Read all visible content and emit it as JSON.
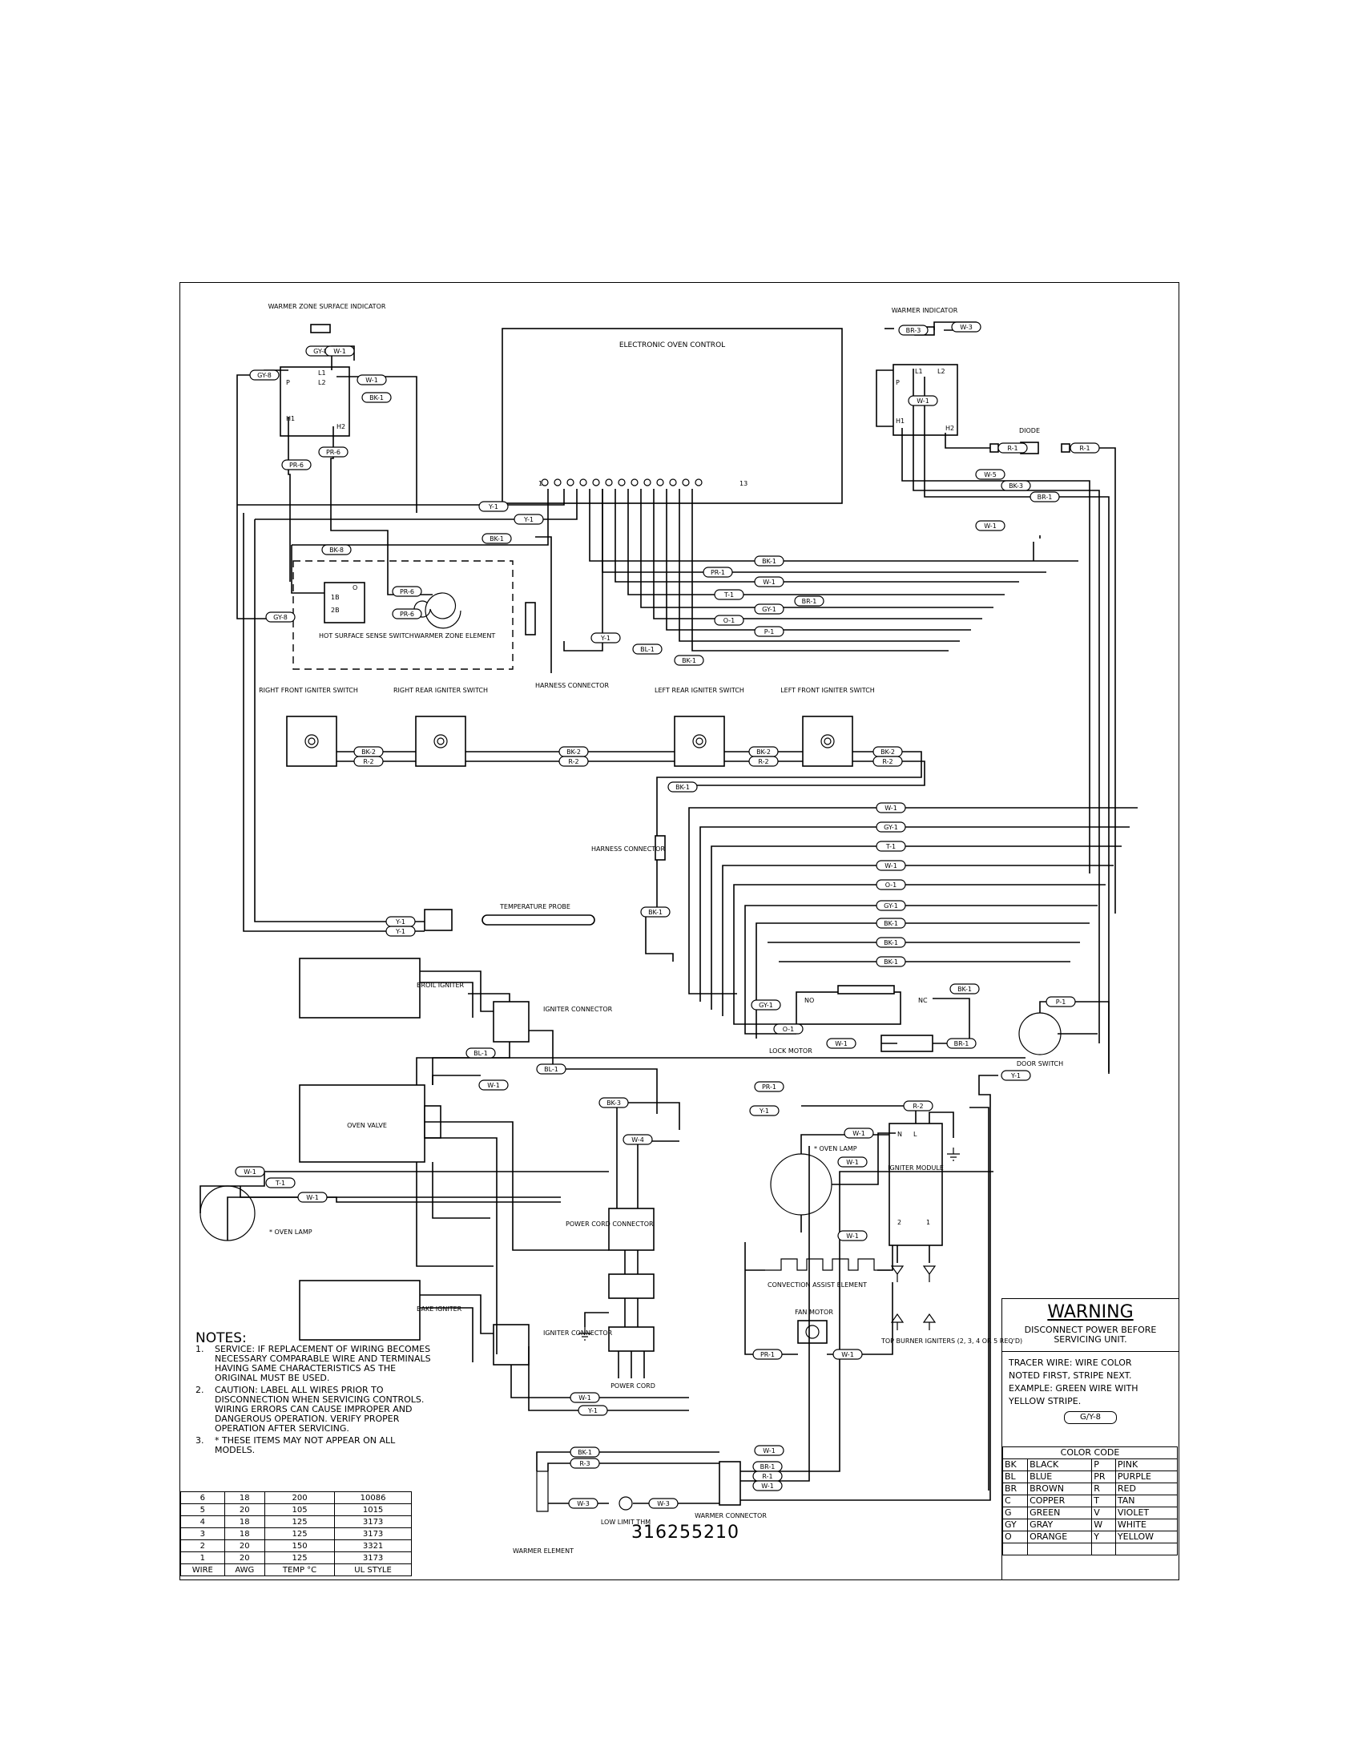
{
  "diagram": {
    "components": {
      "eoc": "ELECTRONIC OVEN CONTROL",
      "eoc_pin_first": "1",
      "eoc_pin_last": "13",
      "warmer_zone_surface_indicator": "WARMER ZONE SURFACE INDICATOR",
      "warmer_indicator": "WARMER INDICATOR",
      "diode": "DIODE",
      "hot_surface_sense_switch": "HOT SURFACE SENSE SWITCH",
      "warmer_zone_element": "WARMER ZONE ELEMENT",
      "harness_connector": "HARNESS CONNECTOR",
      "right_front_igniter_switch": "RIGHT FRONT IGNITER SWITCH",
      "right_rear_igniter_switch": "RIGHT REAR IGNITER SWITCH",
      "left_rear_igniter_switch": "LEFT REAR IGNITER SWITCH",
      "left_front_igniter_switch": "LEFT FRONT IGNITER SWITCH",
      "temperature_probe": "TEMPERATURE PROBE",
      "broil_igniter": "BROIL IGNITER",
      "igniter_connector": "IGNITER CONNECTOR",
      "oven_valve": "OVEN VALVE",
      "lock_motor": "LOCK MOTOR",
      "door_switch": "DOOR SWITCH",
      "oven_lamp_right": "* OVEN LAMP",
      "oven_lamp_left": "* OVEN LAMP",
      "igniter_module": "IGNITER MODULE",
      "power_cord_connector": "POWER CORD CONNECTOR",
      "power_cord": "POWER CORD",
      "convection_assist_element": "CONVECTION ASSIST ELEMENT",
      "fan_motor": "FAN MOTOR",
      "top_burner_igniters": "TOP BURNER IGNITERS (2, 3, 4 OR 5 REQ'D)",
      "bake_igniter": "BAKE IGNITER",
      "low_limit_thm": "LOW LIMIT THM",
      "warmer_element": "WARMER ELEMENT",
      "warmer_connector": "WARMER CONNECTOR"
    },
    "terminals": {
      "P": "P",
      "L1": "L1",
      "L2": "L2",
      "H1": "H1",
      "H2": "H2",
      "1B": "1B",
      "2B": "2B",
      "O": "O",
      "NO": "NO",
      "NC": "NC",
      "N": "N",
      "L": "L",
      "T2": "2",
      "T1": "1"
    },
    "wire_tags": {
      "gy8": "GY-8",
      "w1": "W-1",
      "bk1": "BK-1",
      "pr6": "PR-6",
      "y1": "Y-1",
      "bk8": "BK-8",
      "pr1": "PR-1",
      "t1": "T-1",
      "br1": "BR-1",
      "gy1": "GY-1",
      "o1": "O-1",
      "p1": "P-1",
      "bl1": "BL-1",
      "bk2": "BK-2",
      "r2": "R-2",
      "br3": "BR-3",
      "w3": "W-3",
      "r1": "R-1",
      "w5": "W-5",
      "bk3": "BK-3",
      "w4": "W-4",
      "r3": "R-3"
    }
  },
  "notes": {
    "heading": "NOTES:",
    "items": [
      {
        "num": "1.",
        "text": "SERVICE:   IF REPLACEMENT OF WIRING BECOMES NECESSARY COMPARABLE WIRE AND TERMINALS HAVING SAME CHARACTERISTICS AS THE ORIGINAL MUST BE USED."
      },
      {
        "num": "2.",
        "text": "CAUTION:   LABEL ALL WIRES PRIOR TO DISCONNECTION WHEN SERVICING CONTROLS.   WIRING ERRORS CAN CAUSE IMPROPER AND DANGEROUS OPERATION. VERIFY PROPER OPERATION AFTER SERVICING."
      },
      {
        "num": "3.",
        "text": "* THESE ITEMS MAY NOT APPEAR ON ALL MODELS."
      }
    ]
  },
  "wire_table": {
    "header": [
      "WIRE",
      "AWG",
      "TEMP °C",
      "UL STYLE"
    ],
    "rows": [
      [
        "6",
        "18",
        "200",
        "10086"
      ],
      [
        "5",
        "20",
        "105",
        "1015"
      ],
      [
        "4",
        "18",
        "125",
        "3173"
      ],
      [
        "3",
        "18",
        "125",
        "3173"
      ],
      [
        "2",
        "20",
        "150",
        "3321"
      ],
      [
        "1",
        "20",
        "125",
        "3173"
      ]
    ]
  },
  "warning": {
    "title": "WARNING",
    "subtitle": "DISCONNECT POWER BEFORE SERVICING UNIT.",
    "tracer_lines": [
      "TRACER WIRE:   WIRE COLOR",
      "NOTED FIRST, STRIPE NEXT.",
      "EXAMPLE:   GREEN WIRE WITH",
      "YELLOW STRIPE."
    ],
    "example_tag": "G/Y-8"
  },
  "color_code": {
    "title": "COLOR CODE",
    "rows": [
      [
        "BK",
        "BLACK",
        "P",
        "PINK"
      ],
      [
        "BL",
        "BLUE",
        "PR",
        "PURPLE"
      ],
      [
        "BR",
        "BROWN",
        "R",
        "RED"
      ],
      [
        "C",
        "COPPER",
        "T",
        "TAN"
      ],
      [
        "G",
        "GREEN",
        "V",
        "VIOLET"
      ],
      [
        "GY",
        "GRAY",
        "W",
        "WHITE"
      ],
      [
        "O",
        "ORANGE",
        "Y",
        "YELLOW"
      ]
    ]
  },
  "part_number": "316255210"
}
